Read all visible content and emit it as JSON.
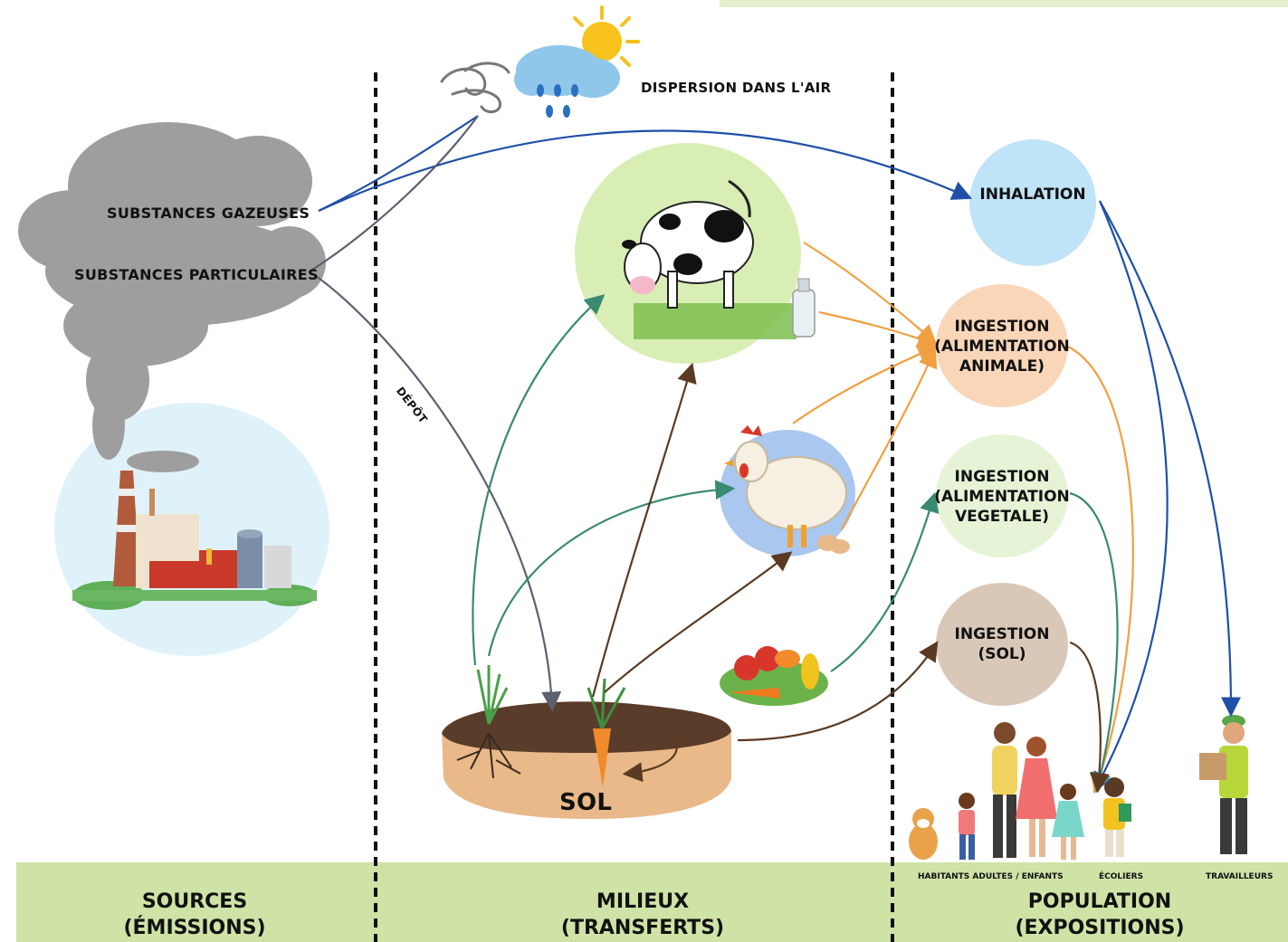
{
  "sources": {
    "gaseous": "SUBSTANCES GAZEUSES",
    "particulate": "SUBSTANCES PARTICULAIRES"
  },
  "air": {
    "dispersion": "DISPERSION DANS L'AIR"
  },
  "deposit": "DÉPÔT",
  "soil": "SOL",
  "exposures": {
    "inhalation": "INHALATION",
    "animal_line1": "INGESTION",
    "animal_line2": "(ALIMENTATION",
    "animal_line3": "ANIMALE)",
    "plant_line1": "INGESTION",
    "plant_line2": "(ALIMENTATION",
    "plant_line3": "VEGETALE)",
    "soil_line1": "INGESTION",
    "soil_line2": "(SOL)"
  },
  "population": {
    "residents": "HABITANTS ADULTES / ENFANTS",
    "schoolchildren": "ÉCOLIERS",
    "workers": "TRAVAILLEURS"
  },
  "footer": {
    "sources_line1": "SOURCES",
    "sources_line2": "(ÉMISSIONS)",
    "media_line1": "MILIEUX",
    "media_line2": "(TRANSFERTS)",
    "population_line1": "POPULATION",
    "population_line2": "(EXPOSITIONS)"
  },
  "colors": {
    "footer_band": "#cfe3a6",
    "smoke": "#9e9e9e",
    "arrow_blue": "#1f4fa8",
    "arrow_orange": "#f0a040",
    "arrow_green": "#3a8a72",
    "arrow_brown": "#5a3a22",
    "arrow_gray": "#5c6070",
    "inhalation_bubble": "#bfe3f7",
    "animal_bubble": "#f9d6b8",
    "plant_bubble": "#e6f3d6",
    "soil_bubble": "#d9c8b8"
  }
}
